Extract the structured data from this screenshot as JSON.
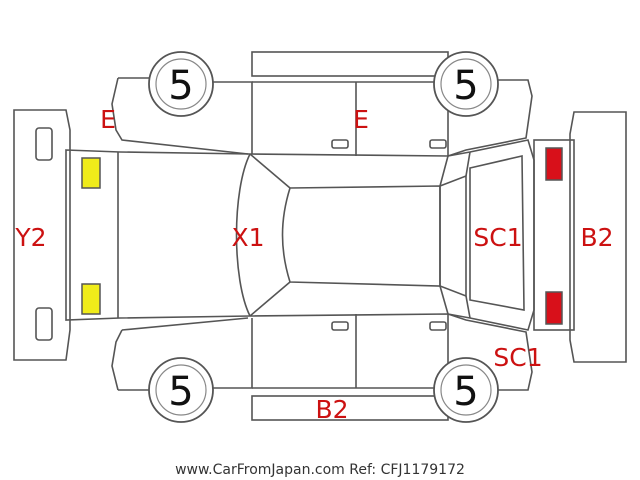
{
  "colors": {
    "damage_code": "#cc1111",
    "yellow_lamp": "#f0ec1a",
    "red_lamp": "#d8101a",
    "outline": "#555555"
  },
  "tires": {
    "front_left": "5",
    "rear_left": "5",
    "front_right": "5",
    "rear_right": "5"
  },
  "codes": {
    "front_left_fender": "E",
    "front_left_door": "E",
    "hood": "X1",
    "front_bumper": "Y2",
    "trunk": "SC1",
    "rear_bumper": "B2",
    "rear_right_fender": "SC1",
    "right_side_sill": "B2"
  },
  "footer": "www.CarFromJapan.com Ref: CFJ1179172"
}
